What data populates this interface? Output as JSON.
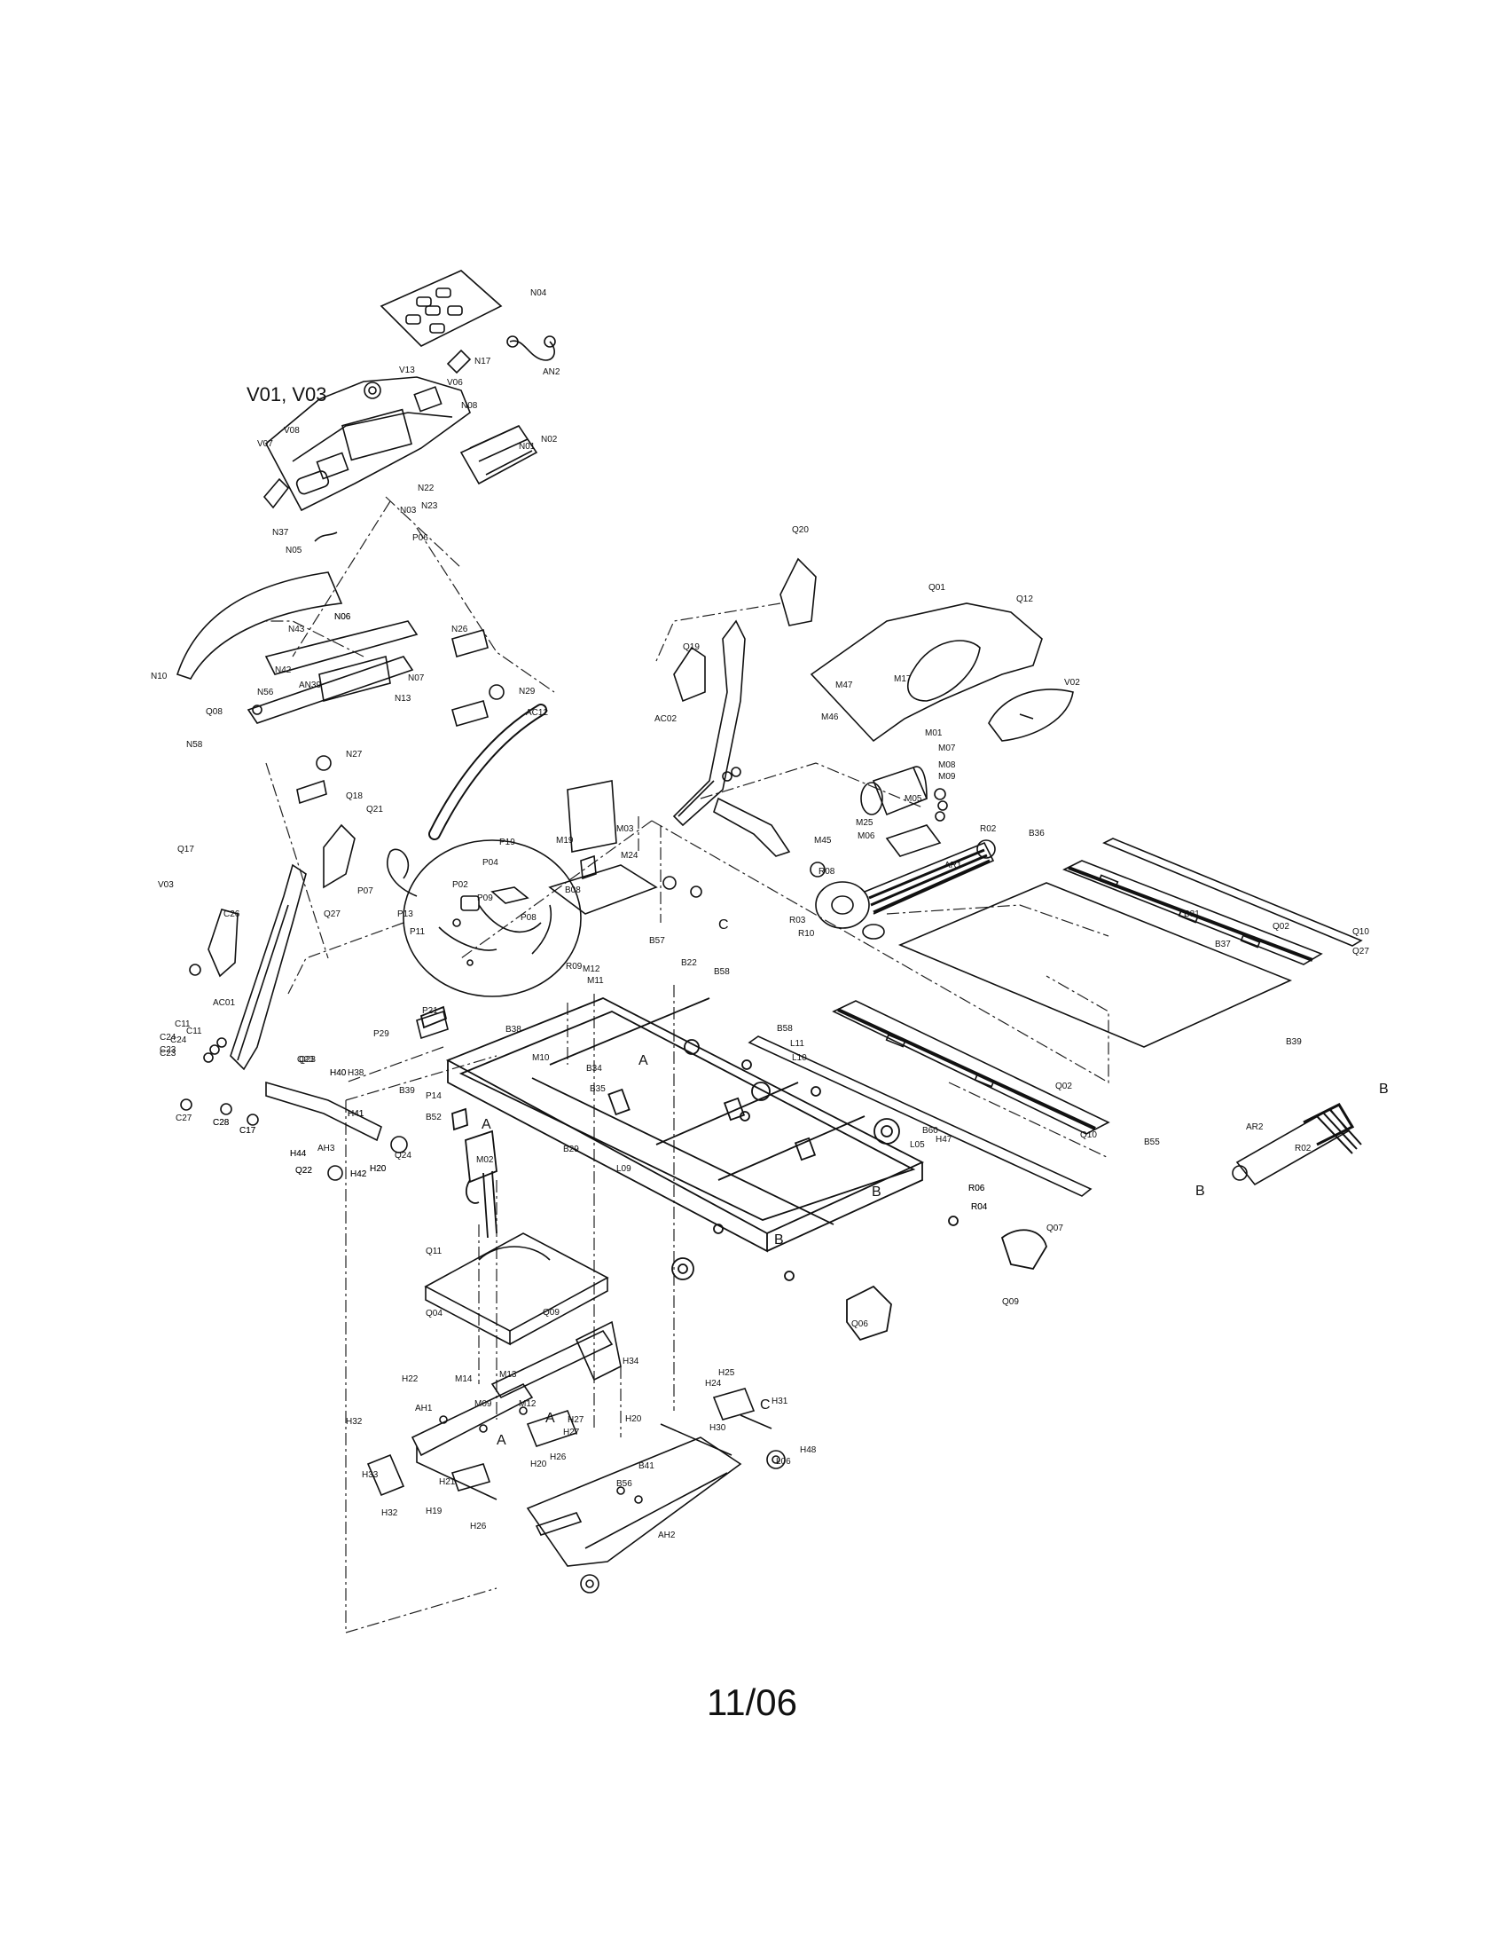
{
  "footer_date": "11/06",
  "callouts": {
    "V01_V03": "V01, V03",
    "A": "A",
    "B": "B",
    "C": "C"
  },
  "parts": [
    {
      "code": "N04"
    },
    {
      "code": "AN2"
    },
    {
      "code": "N17"
    },
    {
      "code": "V13"
    },
    {
      "code": "V06"
    },
    {
      "code": "N08"
    },
    {
      "code": "N01"
    },
    {
      "code": "N02"
    },
    {
      "code": "V08"
    },
    {
      "code": "V07"
    },
    {
      "code": "N22"
    },
    {
      "code": "N23"
    },
    {
      "code": "N03"
    },
    {
      "code": "N37"
    },
    {
      "code": "N05"
    },
    {
      "code": "P06"
    },
    {
      "code": "N06"
    },
    {
      "code": "N10"
    },
    {
      "code": "N43"
    },
    {
      "code": "N42"
    },
    {
      "code": "N56"
    },
    {
      "code": "AN39"
    },
    {
      "code": "N07"
    },
    {
      "code": "N13"
    },
    {
      "code": "N26"
    },
    {
      "code": "N29"
    },
    {
      "code": "Q08"
    },
    {
      "code": "N58"
    },
    {
      "code": "N27"
    },
    {
      "code": "AC12"
    },
    {
      "code": "Q18"
    },
    {
      "code": "Q21"
    },
    {
      "code": "Q17"
    },
    {
      "code": "V03"
    },
    {
      "code": "Q27"
    },
    {
      "code": "C26"
    },
    {
      "code": "AC01"
    },
    {
      "code": "C11"
    },
    {
      "code": "C24"
    },
    {
      "code": "C23"
    },
    {
      "code": "C27"
    },
    {
      "code": "C28"
    },
    {
      "code": "C17"
    },
    {
      "code": "Q23"
    },
    {
      "code": "H40"
    },
    {
      "code": "H38"
    },
    {
      "code": "H41"
    },
    {
      "code": "H44"
    },
    {
      "code": "AH3"
    },
    {
      "code": "Q22"
    },
    {
      "code": "H42"
    },
    {
      "code": "H20"
    },
    {
      "code": "Q24"
    },
    {
      "code": "P07"
    },
    {
      "code": "P13"
    },
    {
      "code": "P11"
    },
    {
      "code": "P02"
    },
    {
      "code": "P09"
    },
    {
      "code": "P04"
    },
    {
      "code": "P08"
    },
    {
      "code": "P21"
    },
    {
      "code": "P29"
    },
    {
      "code": "M03"
    },
    {
      "code": "M19"
    },
    {
      "code": "P19"
    },
    {
      "code": "M24"
    },
    {
      "code": "B08"
    },
    {
      "code": "Q19"
    },
    {
      "code": "Q20"
    },
    {
      "code": "AC02"
    },
    {
      "code": "Q01"
    },
    {
      "code": "Q12"
    },
    {
      "code": "V02"
    },
    {
      "code": "M46"
    },
    {
      "code": "M47"
    },
    {
      "code": "M17"
    },
    {
      "code": "M01"
    },
    {
      "code": "M07"
    },
    {
      "code": "M08"
    },
    {
      "code": "M09"
    },
    {
      "code": "M05"
    },
    {
      "code": "M25"
    },
    {
      "code": "M06"
    },
    {
      "code": "M45"
    },
    {
      "code": "R08"
    },
    {
      "code": "R02"
    },
    {
      "code": "R03"
    },
    {
      "code": "R10"
    },
    {
      "code": "AR1"
    },
    {
      "code": "B36"
    },
    {
      "code": "B31"
    },
    {
      "code": "B37"
    },
    {
      "code": "Q10"
    },
    {
      "code": "Q27"
    },
    {
      "code": "B39"
    },
    {
      "code": "B57"
    },
    {
      "code": "B22"
    },
    {
      "code": "B58"
    },
    {
      "code": "L11"
    },
    {
      "code": "L10"
    },
    {
      "code": "R09"
    },
    {
      "code": "M12"
    },
    {
      "code": "M11"
    },
    {
      "code": "B38"
    },
    {
      "code": "M10"
    },
    {
      "code": "B34"
    },
    {
      "code": "B35"
    },
    {
      "code": "P14"
    },
    {
      "code": "B52"
    },
    {
      "code": "B29"
    },
    {
      "code": "L09"
    },
    {
      "code": "M02"
    },
    {
      "code": "Q11"
    },
    {
      "code": "Q04"
    },
    {
      "code": "Q09"
    },
    {
      "code": "B55"
    },
    {
      "code": "AR2"
    },
    {
      "code": "L05"
    },
    {
      "code": "B60"
    },
    {
      "code": "H47"
    },
    {
      "code": "R06"
    },
    {
      "code": "R04"
    },
    {
      "code": "Q07"
    },
    {
      "code": "Q06"
    },
    {
      "code": "H34"
    },
    {
      "code": "H22"
    },
    {
      "code": "M14"
    },
    {
      "code": "M13"
    },
    {
      "code": "AH1"
    },
    {
      "code": "H27"
    },
    {
      "code": "H25"
    },
    {
      "code": "H24"
    },
    {
      "code": "H31"
    },
    {
      "code": "H30"
    },
    {
      "code": "H48"
    },
    {
      "code": "L06"
    },
    {
      "code": "B41"
    },
    {
      "code": "B56"
    },
    {
      "code": "H26"
    },
    {
      "code": "H32"
    },
    {
      "code": "H33"
    },
    {
      "code": "H21"
    },
    {
      "code": "H19"
    },
    {
      "code": "AH2"
    },
    {
      "code": "C11"
    },
    {
      "code": "C24"
    },
    {
      "code": "C23"
    },
    {
      "code": "Q23"
    },
    {
      "code": "H40"
    },
    {
      "code": "H44"
    },
    {
      "code": "H42"
    },
    {
      "code": "H41"
    },
    {
      "code": "H20"
    },
    {
      "code": "Q22"
    },
    {
      "code": "C28"
    },
    {
      "code": "C17"
    },
    {
      "code": "Q02"
    },
    {
      "code": "Q02"
    },
    {
      "code": "Q10"
    },
    {
      "code": "Q09"
    },
    {
      "code": "R02"
    },
    {
      "code": "R06"
    },
    {
      "code": "R04"
    },
    {
      "code": "M09"
    },
    {
      "code": "M12"
    },
    {
      "code": "H20"
    },
    {
      "code": "H20"
    },
    {
      "code": "H26"
    },
    {
      "code": "H32"
    },
    {
      "code": "H27"
    },
    {
      "code": "N06"
    },
    {
      "code": "B39"
    },
    {
      "code": "B58"
    }
  ]
}
